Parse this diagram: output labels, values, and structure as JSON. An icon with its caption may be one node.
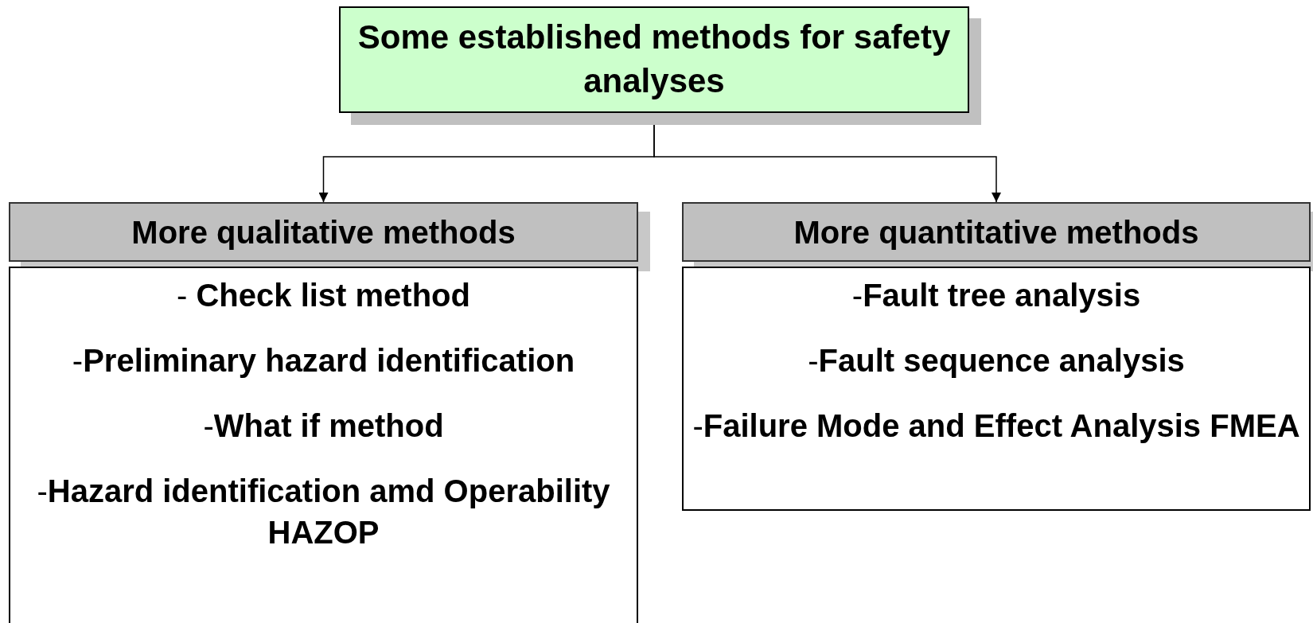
{
  "diagram": {
    "nodes": [
      {
        "text": [
          "Some established methods for safety analyses"
        ]
      },
      {
        "text": [
          "More qualitative methods"
        ]
      },
      {
        "text": [
          "- **Check list method**",
          "-**Preliminary hazard identification**",
          "-**What if method**",
          "-**Hazard identification amd Operability HAZOP**"
        ]
      },
      {
        "text": [
          "More quantitative methods"
        ]
      },
      {
        "text": [
          "-**Fault tree analysis**",
          "-**Fault sequence analysis**",
          "-**Failure Mode and Effect Analysis FMEA**"
        ]
      }
    ],
    "edges": [
      {
        "from": 0,
        "to": 1,
        "arrow": "to"
      },
      {
        "from": 0,
        "to": 3,
        "arrow": "to"
      }
    ]
  }
}
